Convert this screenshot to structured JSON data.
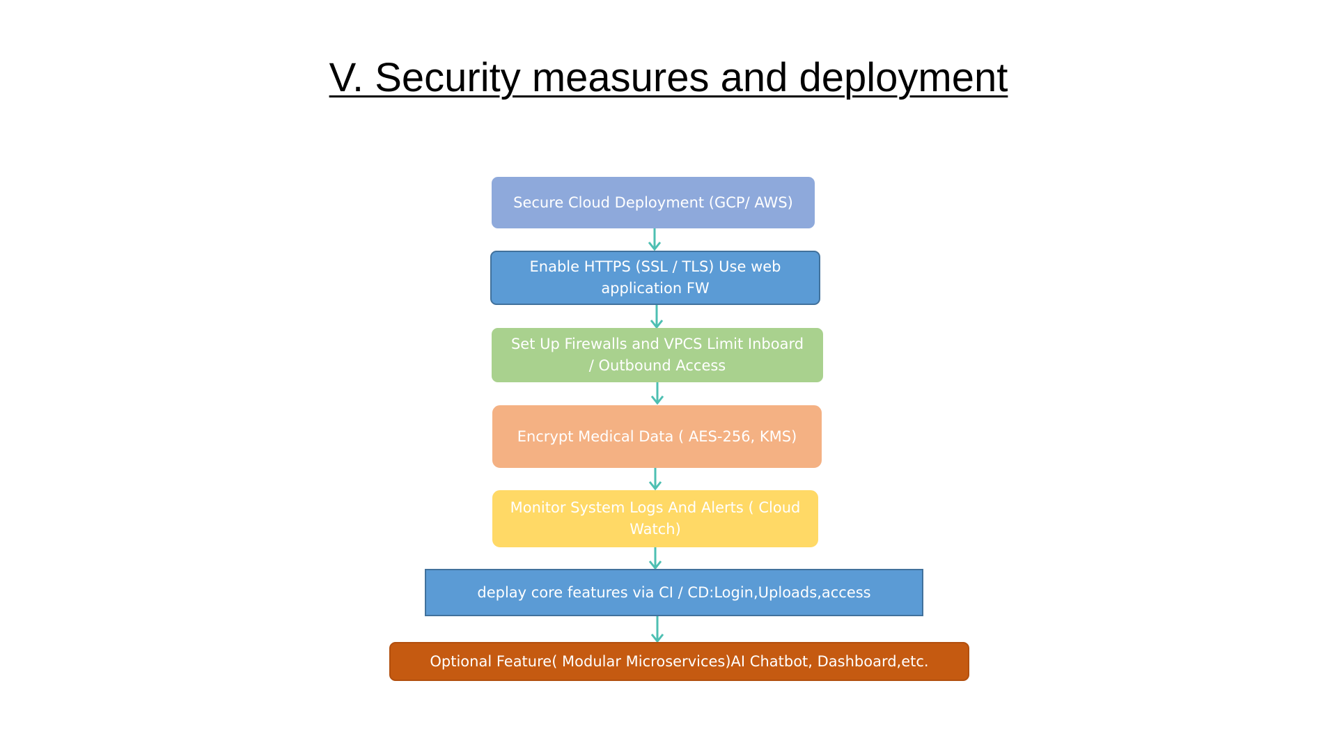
{
  "title": "V. Security measures and deployment",
  "steps": [
    {
      "label": "Secure Cloud Deployment (GCP/ AWS)",
      "fill": "#8EA9DB",
      "border": "#8EA9DB"
    },
    {
      "label": "Enable HTTPS (SSL / TLS) Use web application FW",
      "fill": "#5B9BD5",
      "border": "#41719C"
    },
    {
      "label": "Set Up Firewalls and VPCS Limit Inboard / Outbound Access",
      "fill": "#A9D18E",
      "border": "#A9D18E"
    },
    {
      "label": "Encrypt Medical Data ( AES-256, KMS)",
      "fill": "#F4B183",
      "border": "#F4B183"
    },
    {
      "label": "Monitor System Logs And Alerts ( Cloud Watch)",
      "fill": "#FFD966",
      "border": "#FFD966"
    },
    {
      "label": "deplay core features via CI / CD:Login,Uploads,access",
      "fill": "#5B9BD5",
      "border": "#41719C"
    },
    {
      "label": "Optional Feature( Modular Microservices)AI Chatbot, Dashboard,etc.",
      "fill": "#C55A11",
      "border": "#B24F0E"
    }
  ],
  "arrow_color": "#4DBFB2"
}
